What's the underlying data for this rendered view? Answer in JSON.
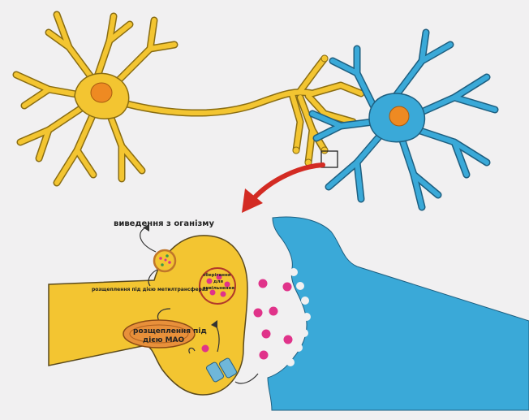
{
  "labels": {
    "excretion": "виведення з оганізму",
    "mat_breakdown": "розщеплення під дією метилтрансфераз",
    "mao_line1": "розщеплення під",
    "mao_line2": "дією МАО",
    "storage_line1": "зберігання",
    "storage_line2": "для",
    "storage_line3": "вивільнення"
  },
  "colors": {
    "background": "#f1f0f1",
    "presynaptic_yellow": "#f3c531",
    "postsynaptic_blue": "#3aa9d8",
    "nucleus_orange": "#ee8a22",
    "outline": "#5b4a1c",
    "neurotransmitter_pink": "#e0338a",
    "mitochondrion": "#e8903a",
    "arrow_red": "#d32b23"
  },
  "icons": [
    "neuron-yellow",
    "neuron-blue",
    "zoom-box",
    "zoom-arrow",
    "vesicle",
    "mitochondrion",
    "receptor"
  ]
}
